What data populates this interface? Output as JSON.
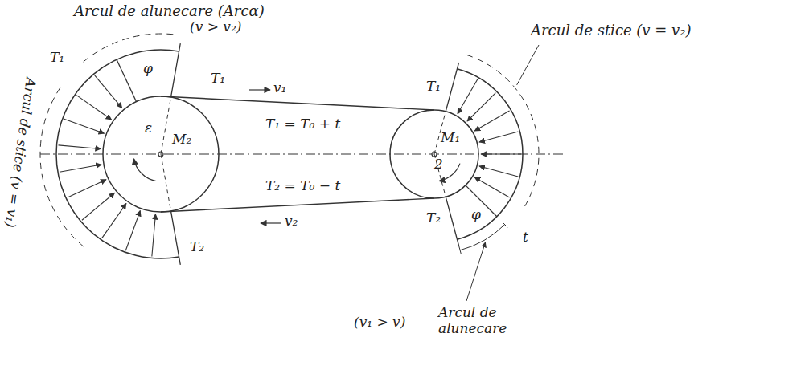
{
  "diagram": {
    "labels": [
      "Arcul de alunecare (Arcα)",
      "(v > v₂)",
      "Arcul de stice (v = v₂)",
      "Arcul de stice (v = v₁)",
      "T₁",
      "φ",
      "T₁",
      "v₁",
      "T₁ = T₀ + t",
      "T₂ = T₀ − t",
      "v₂",
      "ε",
      "M₂",
      "T₂",
      "T₁",
      "M₁",
      "2",
      "φ",
      "t",
      "T₂",
      "(v₁ > v)",
      "Arcul de alunecare"
    ]
  }
}
